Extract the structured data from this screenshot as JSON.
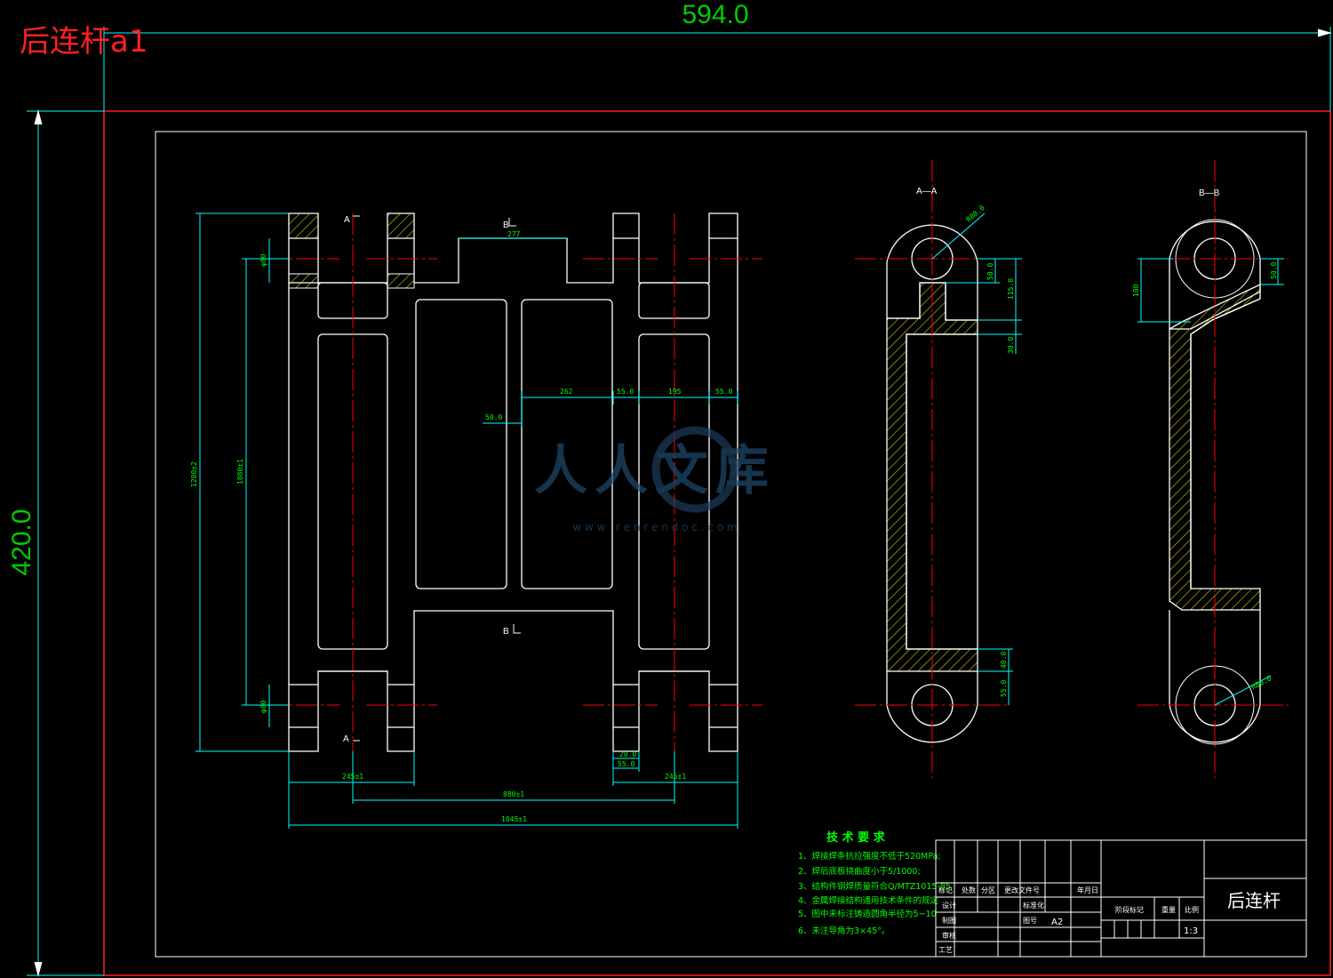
{
  "drawing": {
    "file_title": "后连杆a1",
    "sheet_width_label": "594.0",
    "sheet_height_label": "420.0",
    "colors": {
      "background": "#000000",
      "frame": "#ff2020",
      "outline": "#ffffff",
      "dimension": "#00ffff",
      "dimension_text": "#00ff00",
      "centerline": "#ff0000",
      "hatch": "#ffff00"
    }
  },
  "front_view": {
    "section_marks": {
      "a_top": "A",
      "a_bottom": "A",
      "b_top": "B",
      "b_bottom": "B"
    },
    "dims": {
      "top_gap": "277",
      "total_height": "1280±2",
      "inner_height": "1080±1",
      "hole_top": "φ80",
      "hole_bottom": "φ80",
      "w_262": "262",
      "w_55a": "55.0",
      "w_195": "195",
      "w_55b": "55.0",
      "offset_50": "50.0",
      "w_20": "20.0",
      "w_55c": "55.0",
      "left_width": "245±1",
      "right_width": "245±1",
      "center_dist": "880±1",
      "overall_width": "1045±1"
    }
  },
  "section_a": {
    "label": "A—A",
    "dims": {
      "radius": "R80.0",
      "d50": "50.0",
      "d115": "115.0",
      "d30": "30.0",
      "d40": "40.0",
      "d55": "55.0"
    }
  },
  "section_b": {
    "label": "B—B",
    "dims": {
      "d100": "100",
      "d50": "50.0",
      "radius": "R80.0"
    }
  },
  "watermark": {
    "text": "人人文库",
    "url": "w w w . r e n r e n d o c . c o m"
  },
  "tech_notes": {
    "heading": "技 术 要 求",
    "items": [
      "1、焊接焊条抗拉强度不低于520MPa;",
      "2、焊后底板挠曲度小于5/1000;",
      "3、结构件钢焊质量符合Q/MTZ1015-85",
      "4、金属焊接结构通用技术条件的规定",
      "5、图中未标注铸造圆角半径为5~10",
      "6、未注导角为3×45°。"
    ]
  },
  "title_block": {
    "part_name": "后连杆",
    "row_labels": [
      "标记",
      "处数",
      "分区",
      "更改文件号",
      "年月日"
    ],
    "left_labels": [
      "设计",
      "制图",
      "审核",
      "工艺"
    ],
    "mid_labels": [
      "标准化",
      "图号"
    ],
    "drawing_no": "A2",
    "stage_label": "阶段标记",
    "weight_label": "重量",
    "scale_label": "比例",
    "scale_value": "1:3"
  }
}
